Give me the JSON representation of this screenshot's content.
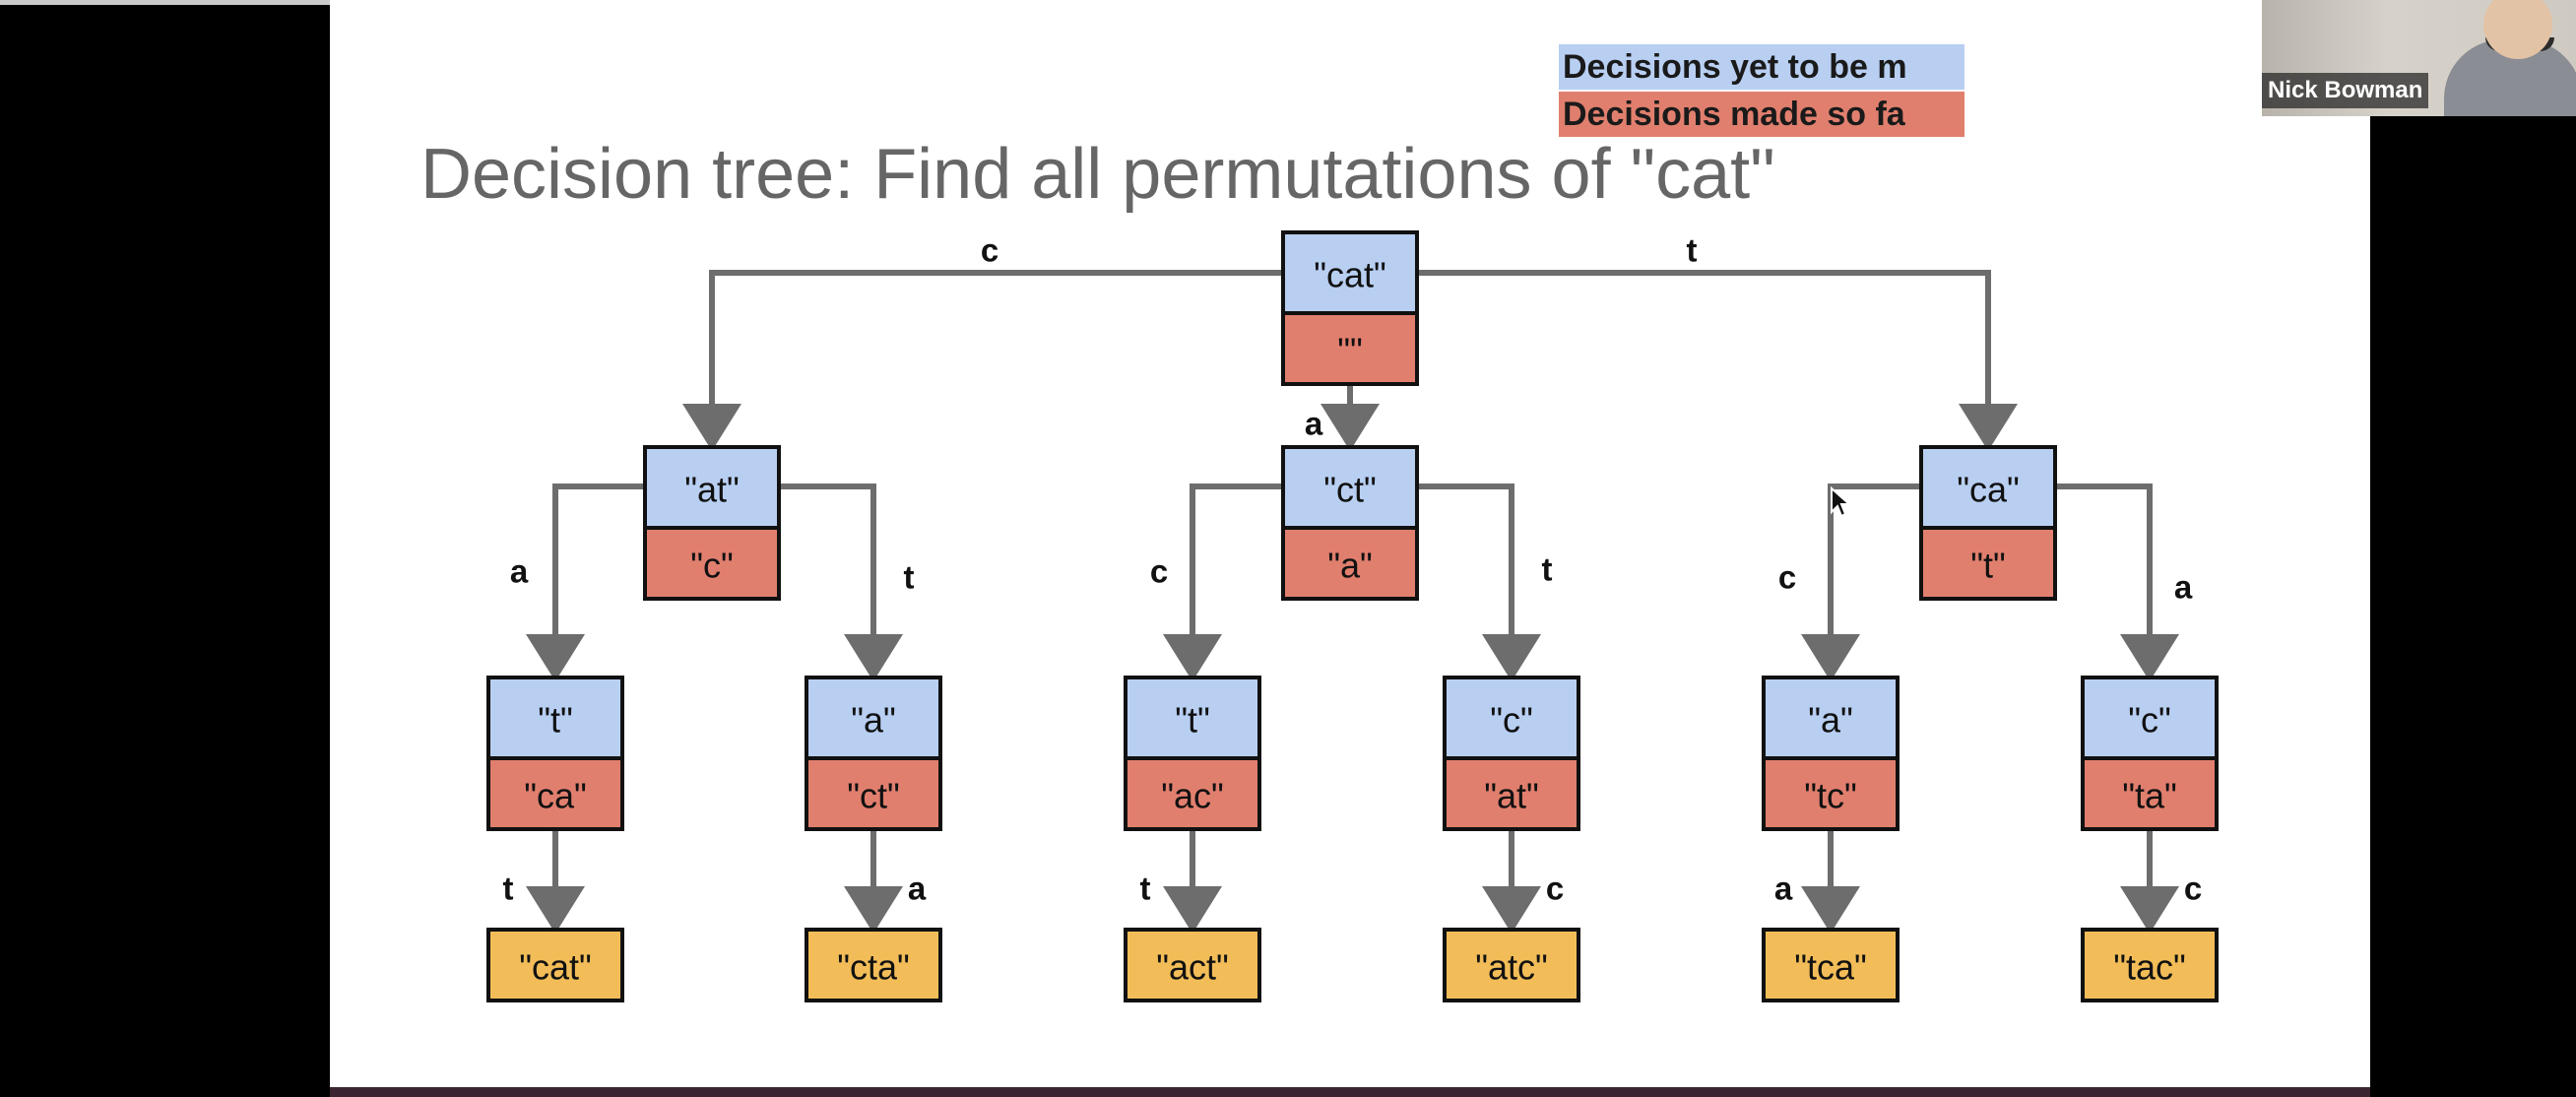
{
  "slide": {
    "title": "Decision tree: Find all permutations of \"cat\"",
    "legend": {
      "remaining": "Decisions yet to be m",
      "chosen": "Decisions made so fa"
    },
    "colors": {
      "remaining": "#b8cff2",
      "chosen": "#e17f6e",
      "leaf": "#f2bd58",
      "edge": "#6d6d6d"
    }
  },
  "tree": {
    "root": {
      "remaining": "\"cat\"",
      "chosen": "\"\""
    },
    "level1": [
      {
        "remaining": "\"at\"",
        "chosen": "\"c\"",
        "edge": "c"
      },
      {
        "remaining": "\"ct\"",
        "chosen": "\"a\"",
        "edge": "a"
      },
      {
        "remaining": "\"ca\"",
        "chosen": "\"t\"",
        "edge": "t"
      }
    ],
    "level2": [
      {
        "remaining": "\"t\"",
        "chosen": "\"ca\"",
        "edge": "a"
      },
      {
        "remaining": "\"a\"",
        "chosen": "\"ct\"",
        "edge": "t"
      },
      {
        "remaining": "\"t\"",
        "chosen": "\"ac\"",
        "edge": "c"
      },
      {
        "remaining": "\"c\"",
        "chosen": "\"at\"",
        "edge": "t"
      },
      {
        "remaining": "\"a\"",
        "chosen": "\"tc\"",
        "edge": "c"
      },
      {
        "remaining": "\"c\"",
        "chosen": "\"ta\"",
        "edge": "a"
      }
    ],
    "leaves": [
      {
        "value": "\"cat\"",
        "edge": "t"
      },
      {
        "value": "\"cta\"",
        "edge": "a"
      },
      {
        "value": "\"act\"",
        "edge": "t"
      },
      {
        "value": "\"atc\"",
        "edge": "c"
      },
      {
        "value": "\"tca\"",
        "edge": "a"
      },
      {
        "value": "\"tac\"",
        "edge": "c"
      }
    ]
  },
  "webcam": {
    "name": "Nick Bowman"
  }
}
